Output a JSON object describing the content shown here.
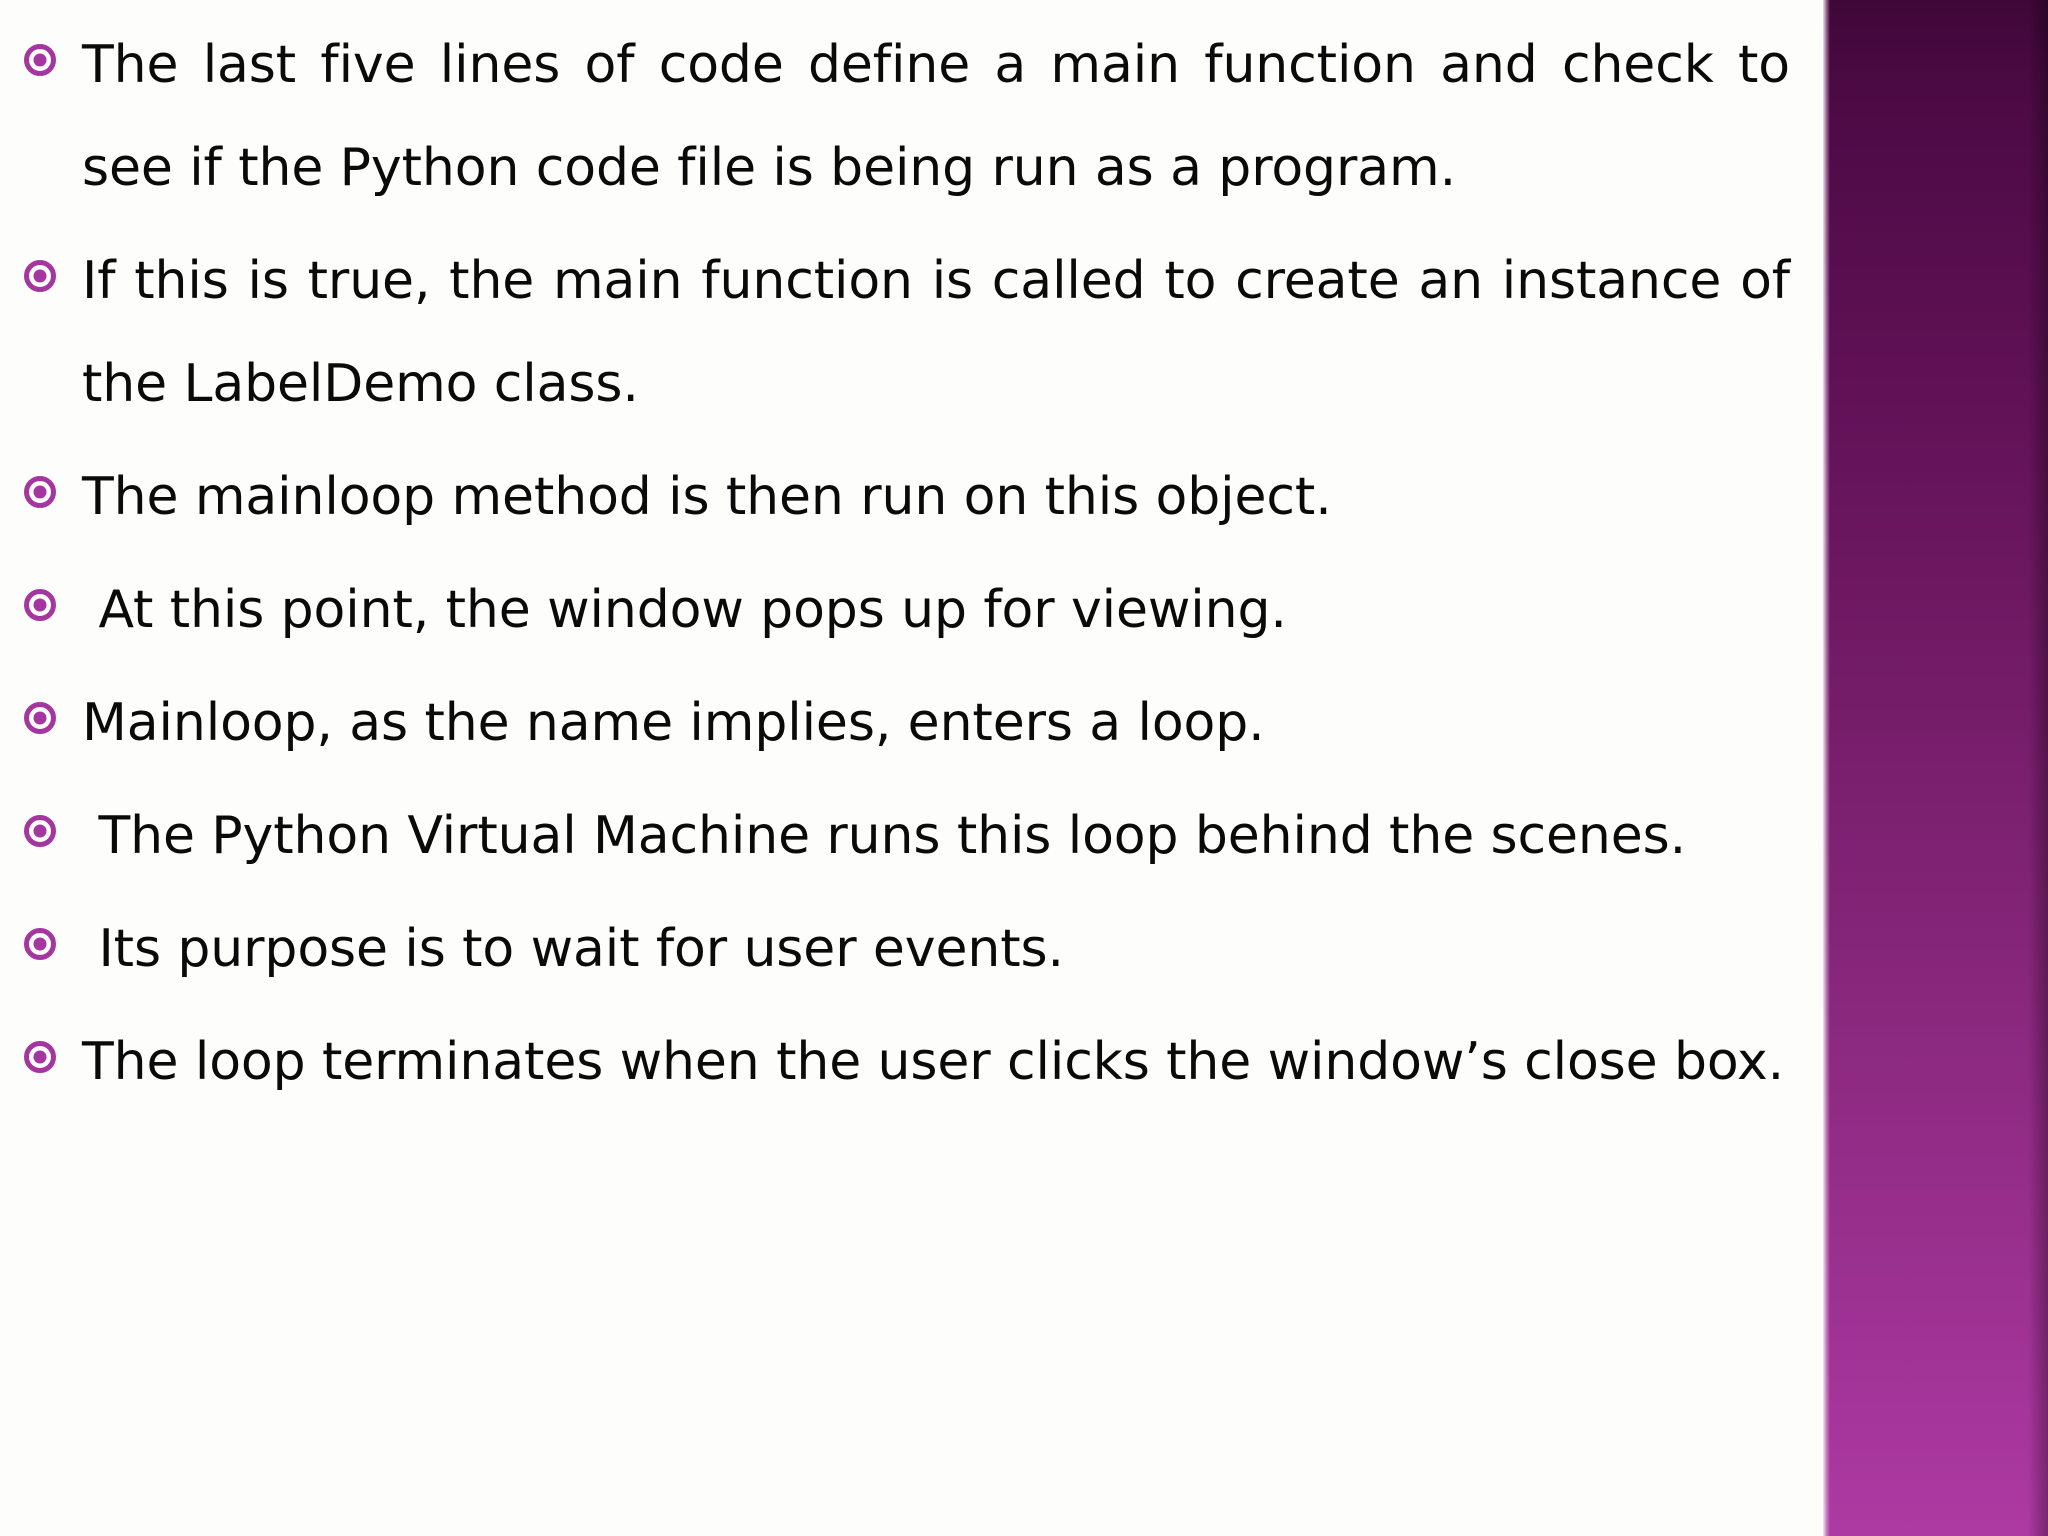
{
  "slide": {
    "background_color": "#fdfdfc",
    "text_color": "#0a0a0a",
    "bullet_color": "#a5359f",
    "accent_gradient_top": "#3f0738",
    "accent_gradient_bottom": "#ad3aa2",
    "bullet_icon": "target-dot-bullet",
    "bullets": [
      {
        "text": "The last five lines of code define a main function and check to see if the Python code file is being run as a program.",
        "align": "justify"
      },
      {
        "text": "If this is true, the main function is called to create an instance of the LabelDemo class.",
        "align": "justify"
      },
      {
        "text": "The mainloop method is then run on this object.",
        "align": "left"
      },
      {
        "text": " At this point, the window pops up for viewing.",
        "align": "left"
      },
      {
        "text": "Mainloop, as the name implies, enters a loop.",
        "align": "left"
      },
      {
        "text": " The Python Virtual Machine runs this loop behind the scenes.",
        "align": "justify"
      },
      {
        "text": " Its purpose is to wait for user events.",
        "align": "left"
      },
      {
        "text": "The loop terminates when the user clicks the window’s close box.",
        "align": "justify"
      }
    ]
  }
}
